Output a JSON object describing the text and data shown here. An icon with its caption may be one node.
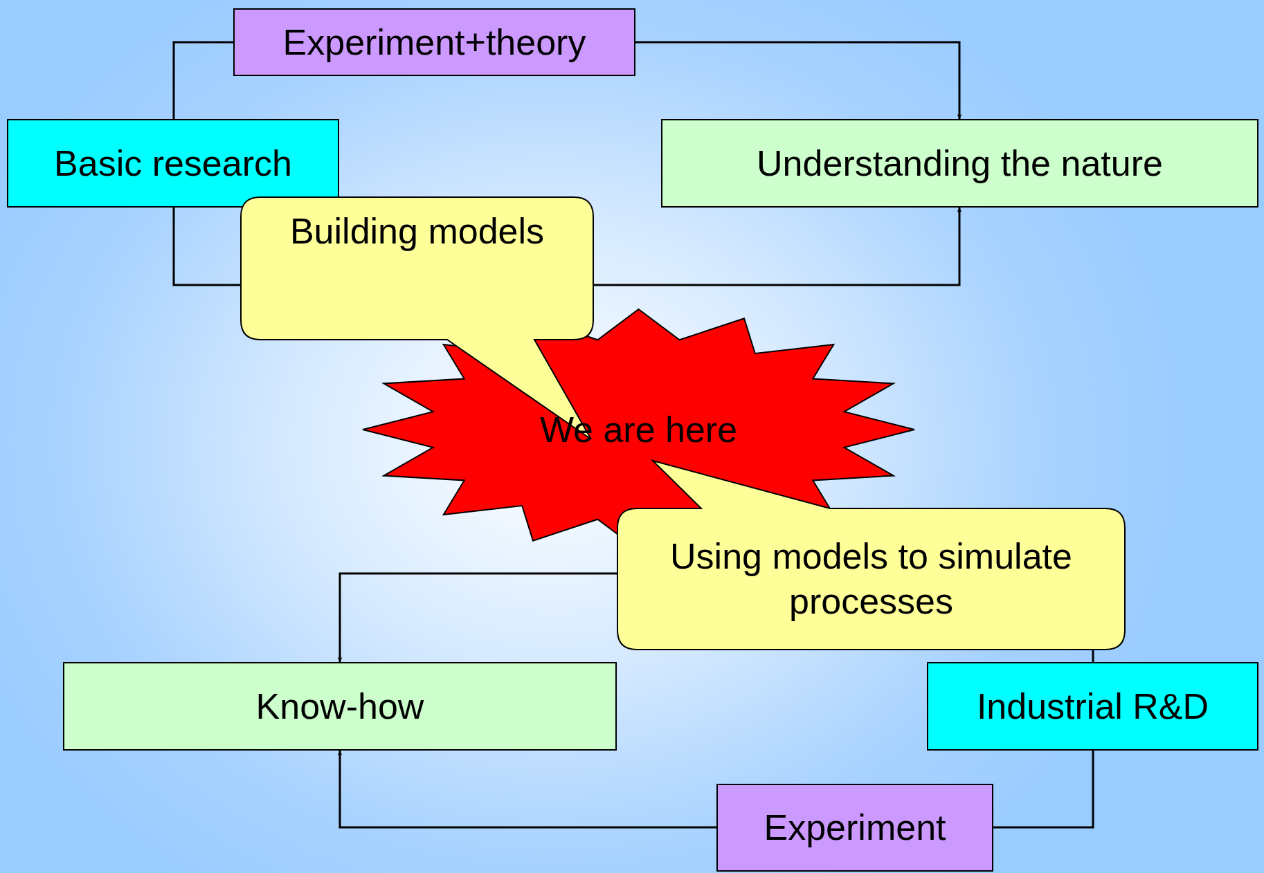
{
  "diagram": {
    "nodes": [
      {
        "text": [
          "Experiment+theory"
        ]
      },
      {
        "text": [
          "Basic research"
        ]
      },
      {
        "text": [
          "Understanding the nature"
        ]
      },
      {
        "text": [
          "Building models"
        ]
      },
      {
        "text": [
          "We are here"
        ]
      },
      {
        "text": [
          "Using models to simulate processes"
        ]
      },
      {
        "text": [
          "Know-how"
        ]
      },
      {
        "text": [
          "Industrial R&D"
        ]
      },
      {
        "text": [
          "Experiment"
        ]
      }
    ],
    "edges": [
      {
        "from": 1,
        "to": 0,
        "arrow": "none"
      },
      {
        "from": 0,
        "to": 2,
        "arrow": "to"
      },
      {
        "from": 1,
        "to": 3,
        "arrow": "none"
      },
      {
        "from": 3,
        "to": 2,
        "arrow": "to"
      },
      {
        "from": 7,
        "to": 5,
        "arrow": "none"
      },
      {
        "from": 5,
        "to": 6,
        "arrow": "to"
      },
      {
        "from": 7,
        "to": 8,
        "arrow": "none"
      },
      {
        "from": 8,
        "to": 6,
        "arrow": "to"
      }
    ]
  }
}
